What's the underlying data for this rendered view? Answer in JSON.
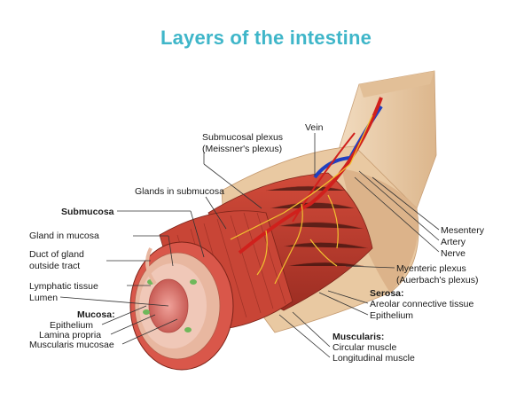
{
  "title": "Layers of the intestine",
  "labels": {
    "vein": "Vein",
    "submucosal_plexus_1": "Submucosal plexus",
    "submucosal_plexus_2": "(Meissner's plexus)",
    "glands_in_submucosa": "Glands in submucosa",
    "submucosa": "Submucosa",
    "gland_in_mucosa": "Gland in mucosa",
    "duct_1": "Duct of gland",
    "duct_2": "outside tract",
    "lymphatic_tissue": "Lymphatic tissue",
    "lumen": "Lumen",
    "mucosa": "Mucosa:",
    "epithelium_mucosa": "Epithelium",
    "lamina_propria": "Lamina propria",
    "muscularis_mucosae": "Muscularis mucosae",
    "mesentery": "Mesentery",
    "artery": "Artery",
    "nerve": "Nerve",
    "myenteric_1": "Myenteric plexus",
    "myenteric_2": "(Auerbach's plexus)",
    "serosa": "Serosa:",
    "areolar": "Areolar connective tissue",
    "epithelium_serosa": "Epithelium",
    "muscularis": "Muscularis:",
    "circular_muscle": "Circular muscle",
    "longitudinal_muscle": "Longitudinal muscle"
  },
  "colors": {
    "title": "#3fb6c9",
    "muscle": "#c0392b",
    "muscle_dark": "#8e2a1f",
    "serosa": "#e8c7a0",
    "mesentery": "#edd0ae",
    "vein": "#2040c0",
    "artery": "#d0201c",
    "nerve": "#f2c230",
    "lumen": "#e07a75"
  }
}
